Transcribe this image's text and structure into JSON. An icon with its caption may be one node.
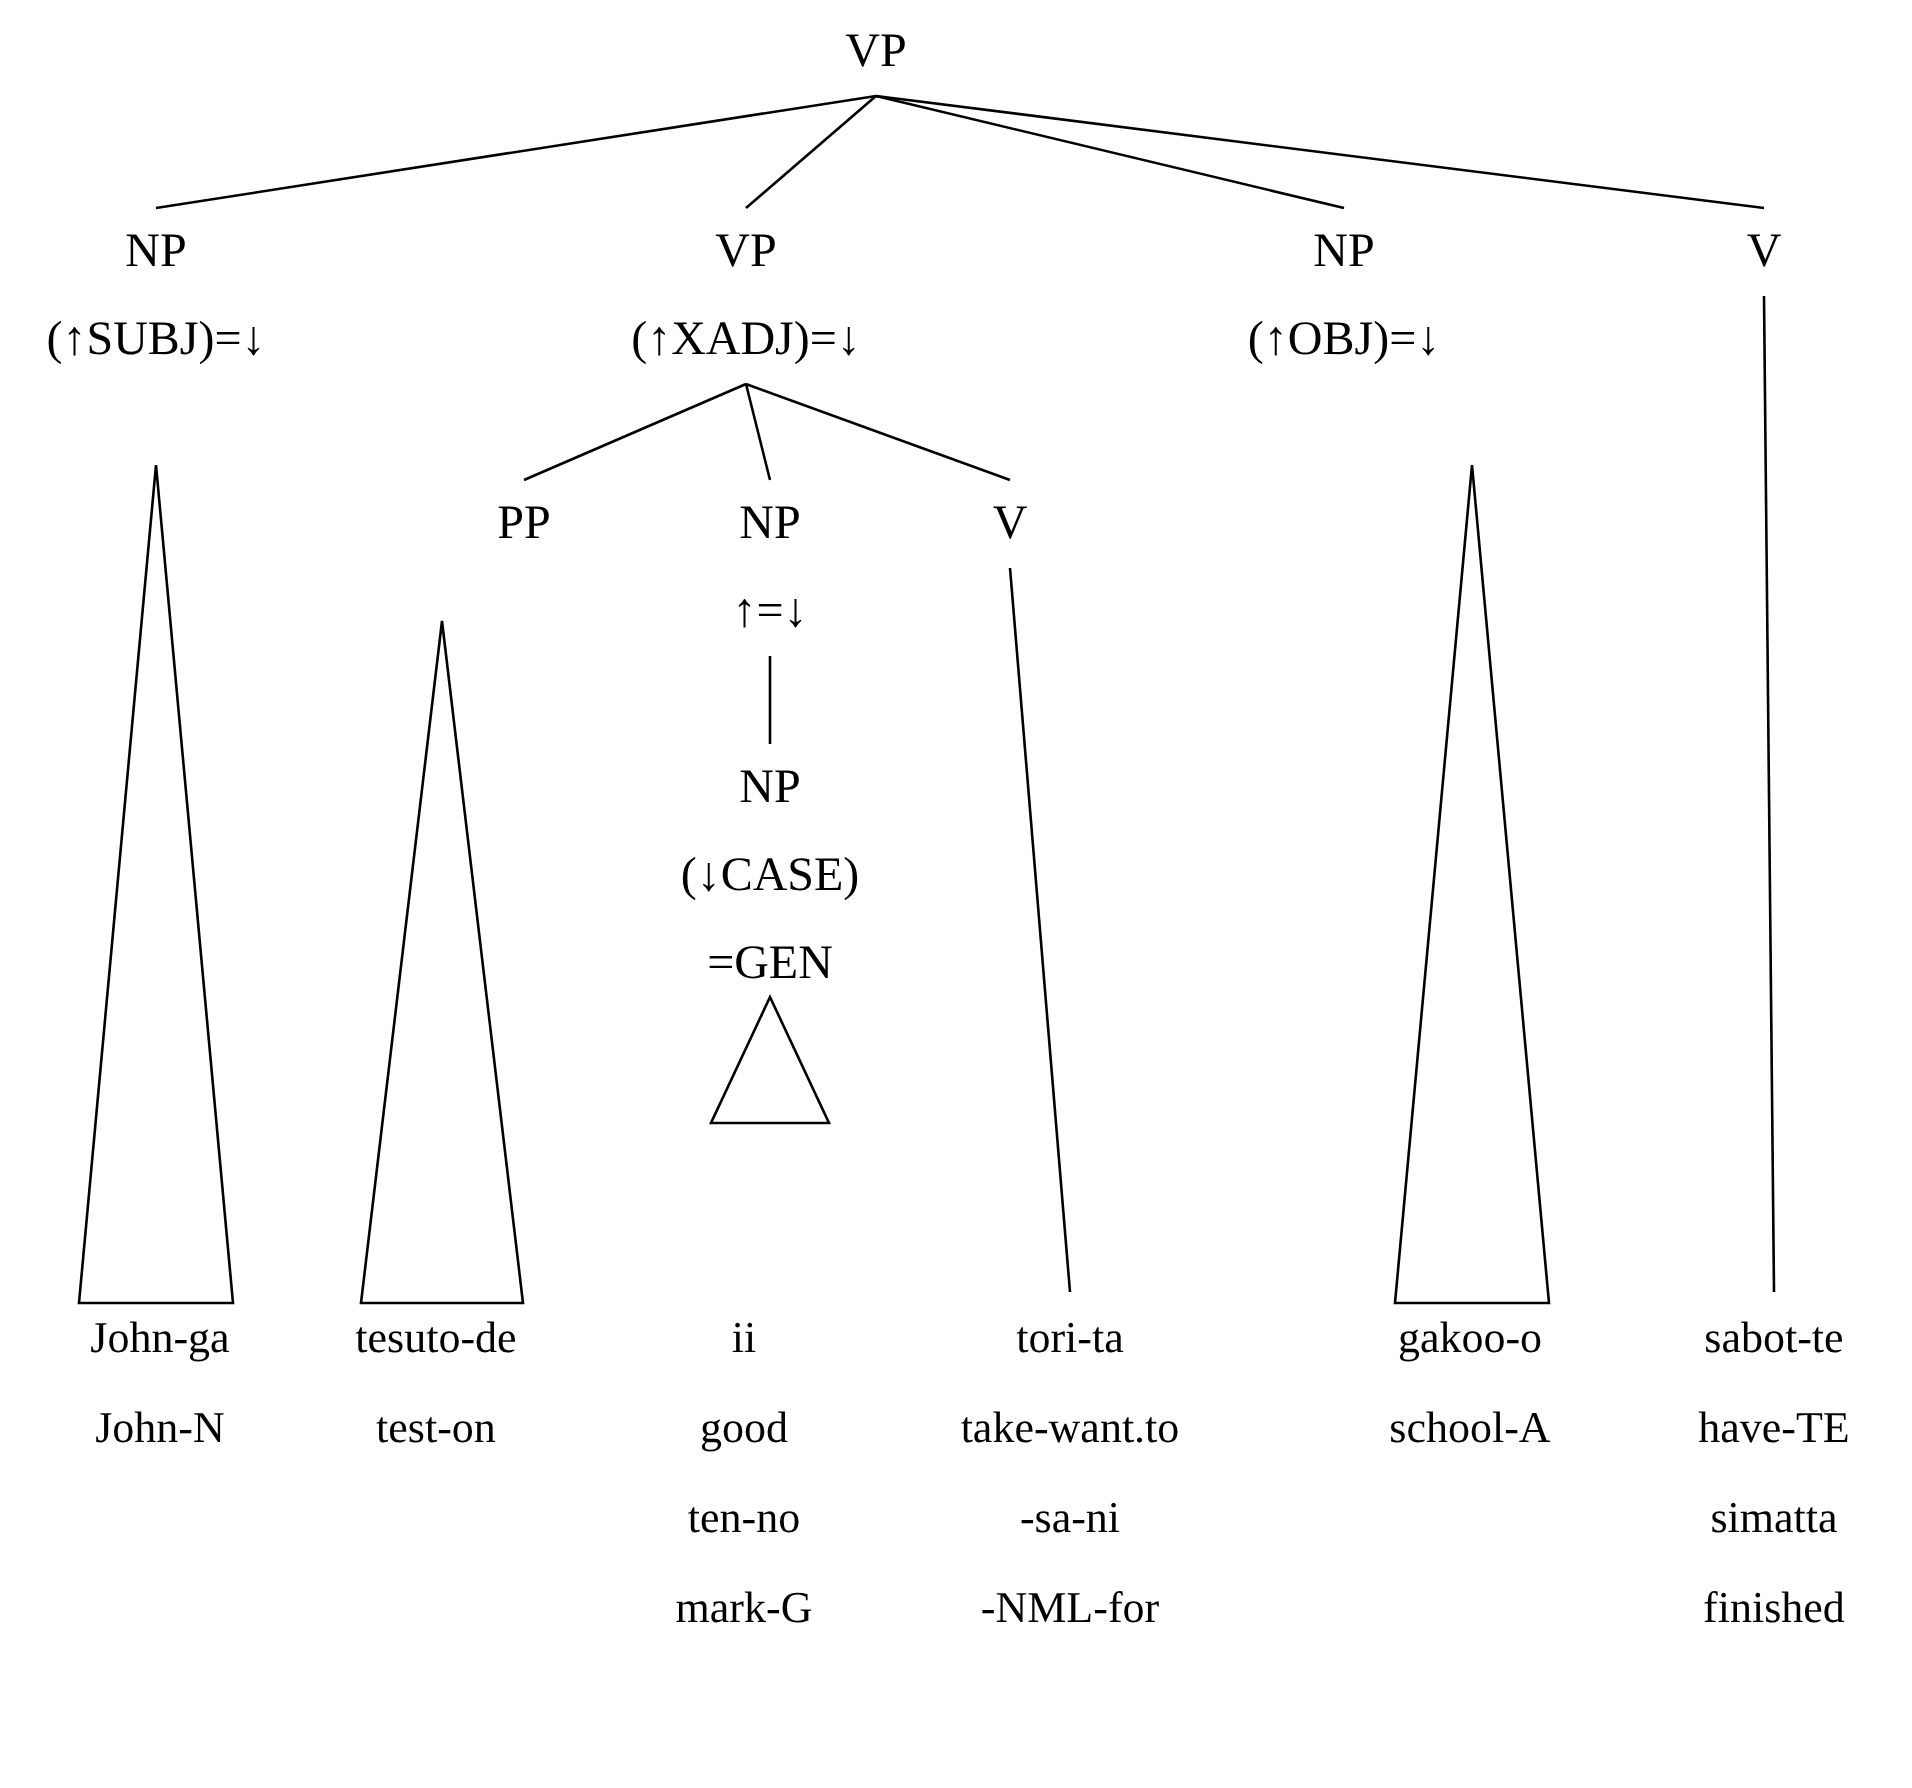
{
  "diagram": {
    "nodes": [
      {
        "text": [
          "VP"
        ]
      },
      {
        "text": [
          "NP",
          "(↑SUBJ)=↓"
        ]
      },
      {
        "text": [
          "VP",
          "(↑XADJ)=↓"
        ]
      },
      {
        "text": [
          "NP",
          "(↑OBJ)=↓"
        ]
      },
      {
        "text": [
          "V"
        ]
      },
      {
        "text": [
          "PP"
        ]
      },
      {
        "text": [
          "NP",
          "↑=↓"
        ]
      },
      {
        "text": [
          "V"
        ]
      },
      {
        "text": [
          "NP",
          "(↓CASE) =GEN"
        ]
      },
      {
        "text": [],
        "shape": "triangle"
      },
      {
        "text": [],
        "shape": "triangle"
      },
      {
        "text": [],
        "shape": "triangle"
      },
      {
        "text": [],
        "shape": "triangle"
      },
      {
        "text": [
          "John-ga",
          "John-N"
        ]
      },
      {
        "text": [
          "tesuto-de",
          "test-on"
        ]
      },
      {
        "text": [
          "ii",
          "good",
          "ten-no",
          "mark-G"
        ]
      },
      {
        "text": [
          "tori-ta",
          "take-want.to",
          "-sa-ni",
          "-NML-for"
        ]
      },
      {
        "text": [
          "gakoo-o",
          "school-A"
        ]
      },
      {
        "text": [
          "sabot-te",
          "have-TE",
          "simatta",
          "finished"
        ]
      }
    ],
    "edges": [
      {
        "from": 0,
        "to": 1,
        "arrow": "none"
      },
      {
        "from": 0,
        "to": 2,
        "arrow": "none"
      },
      {
        "from": 0,
        "to": 3,
        "arrow": "none"
      },
      {
        "from": 0,
        "to": 4,
        "arrow": "none"
      },
      {
        "from": 2,
        "to": 5,
        "arrow": "none"
      },
      {
        "from": 2,
        "to": 6,
        "arrow": "none"
      },
      {
        "from": 2,
        "to": 7,
        "arrow": "none"
      },
      {
        "from": 6,
        "to": 8,
        "arrow": "none"
      },
      {
        "from": 7,
        "to": 16,
        "arrow": "none"
      },
      {
        "from": 4,
        "to": 18,
        "arrow": "none"
      }
    ]
  }
}
